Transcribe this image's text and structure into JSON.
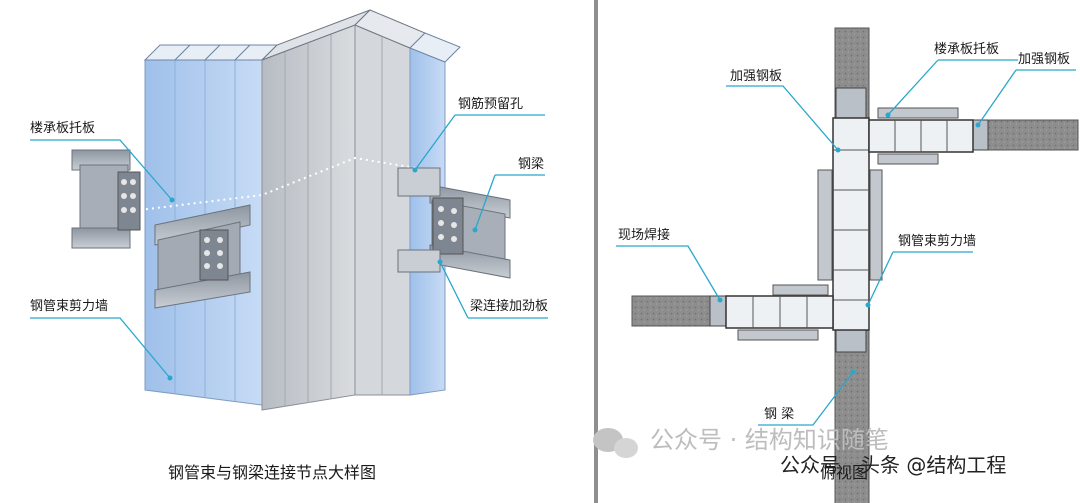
{
  "left": {
    "caption": "钢管束与钢梁连接节点大样图",
    "labels": {
      "floor_bracket": "楼承板托板",
      "rebar_hole": "钢筋预留孔",
      "steel_beam": "钢梁",
      "tube_wall": "钢管束剪力墙",
      "stiffener": "梁连接加劲板"
    }
  },
  "right": {
    "caption": "俯视图",
    "labels": {
      "reinforce_plate_left": "加强钢板",
      "floor_bracket": "楼承板托板",
      "reinforce_plate_right": "加强钢板",
      "field_weld": "现场焊接",
      "tube_wall": "钢管束剪力墙",
      "steel_beam": "钢 梁"
    }
  },
  "watermarks": {
    "wechat": "公众号 · 结构知识随笔",
    "toutiao_prefix": "公众号",
    "toutiao": "头条 @结构工程"
  },
  "colors": {
    "tube_front": "#a9c6ec",
    "tube_side": "#c9ccd1",
    "leader": "#2aa7cc",
    "concrete": "#8d8d8d",
    "steel": "#b9c0c8"
  }
}
